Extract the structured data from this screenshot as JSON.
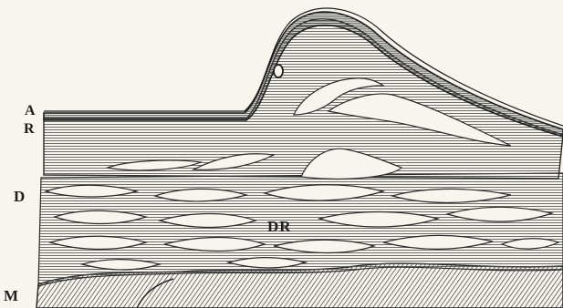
{
  "labels": {
    "a": "A",
    "r": "R",
    "d": "D",
    "dr": "DR",
    "m": "M"
  },
  "colors": {
    "paper": "#f7f5ee",
    "ink": "#2a2a2a",
    "hatch": "#3a3a3a"
  }
}
